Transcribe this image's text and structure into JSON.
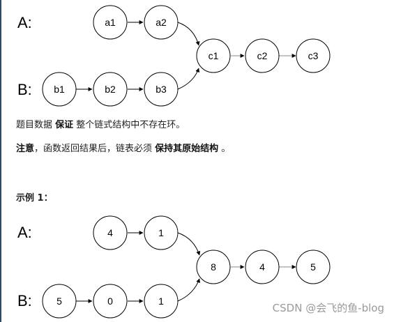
{
  "diagram1": {
    "list_labels": [
      "A:",
      "B:"
    ],
    "list_a_nodes": [
      "a1",
      "a2"
    ],
    "list_b_nodes": [
      "b1",
      "b2",
      "b3"
    ],
    "shared_nodes": [
      "c1",
      "c2",
      "c3"
    ]
  },
  "notes": {
    "line1": {
      "before": "题目数据 ",
      "bold": "保证",
      "after": " 整个链式结构中不存在环。"
    },
    "line2": {
      "bold1": "注意",
      "middle": "，函数返回结果后，链表必须 ",
      "bold2": "保持其原始结构",
      "after": " 。"
    }
  },
  "example": {
    "title": "示例 1：",
    "list_labels": [
      "A:",
      "B:"
    ],
    "list_a_nodes": [
      "4",
      "1"
    ],
    "list_b_nodes": [
      "5",
      "0",
      "1"
    ],
    "shared_nodes": [
      "8",
      "4",
      "5"
    ]
  },
  "watermark": "CSDN @会飞的鱼-blog"
}
